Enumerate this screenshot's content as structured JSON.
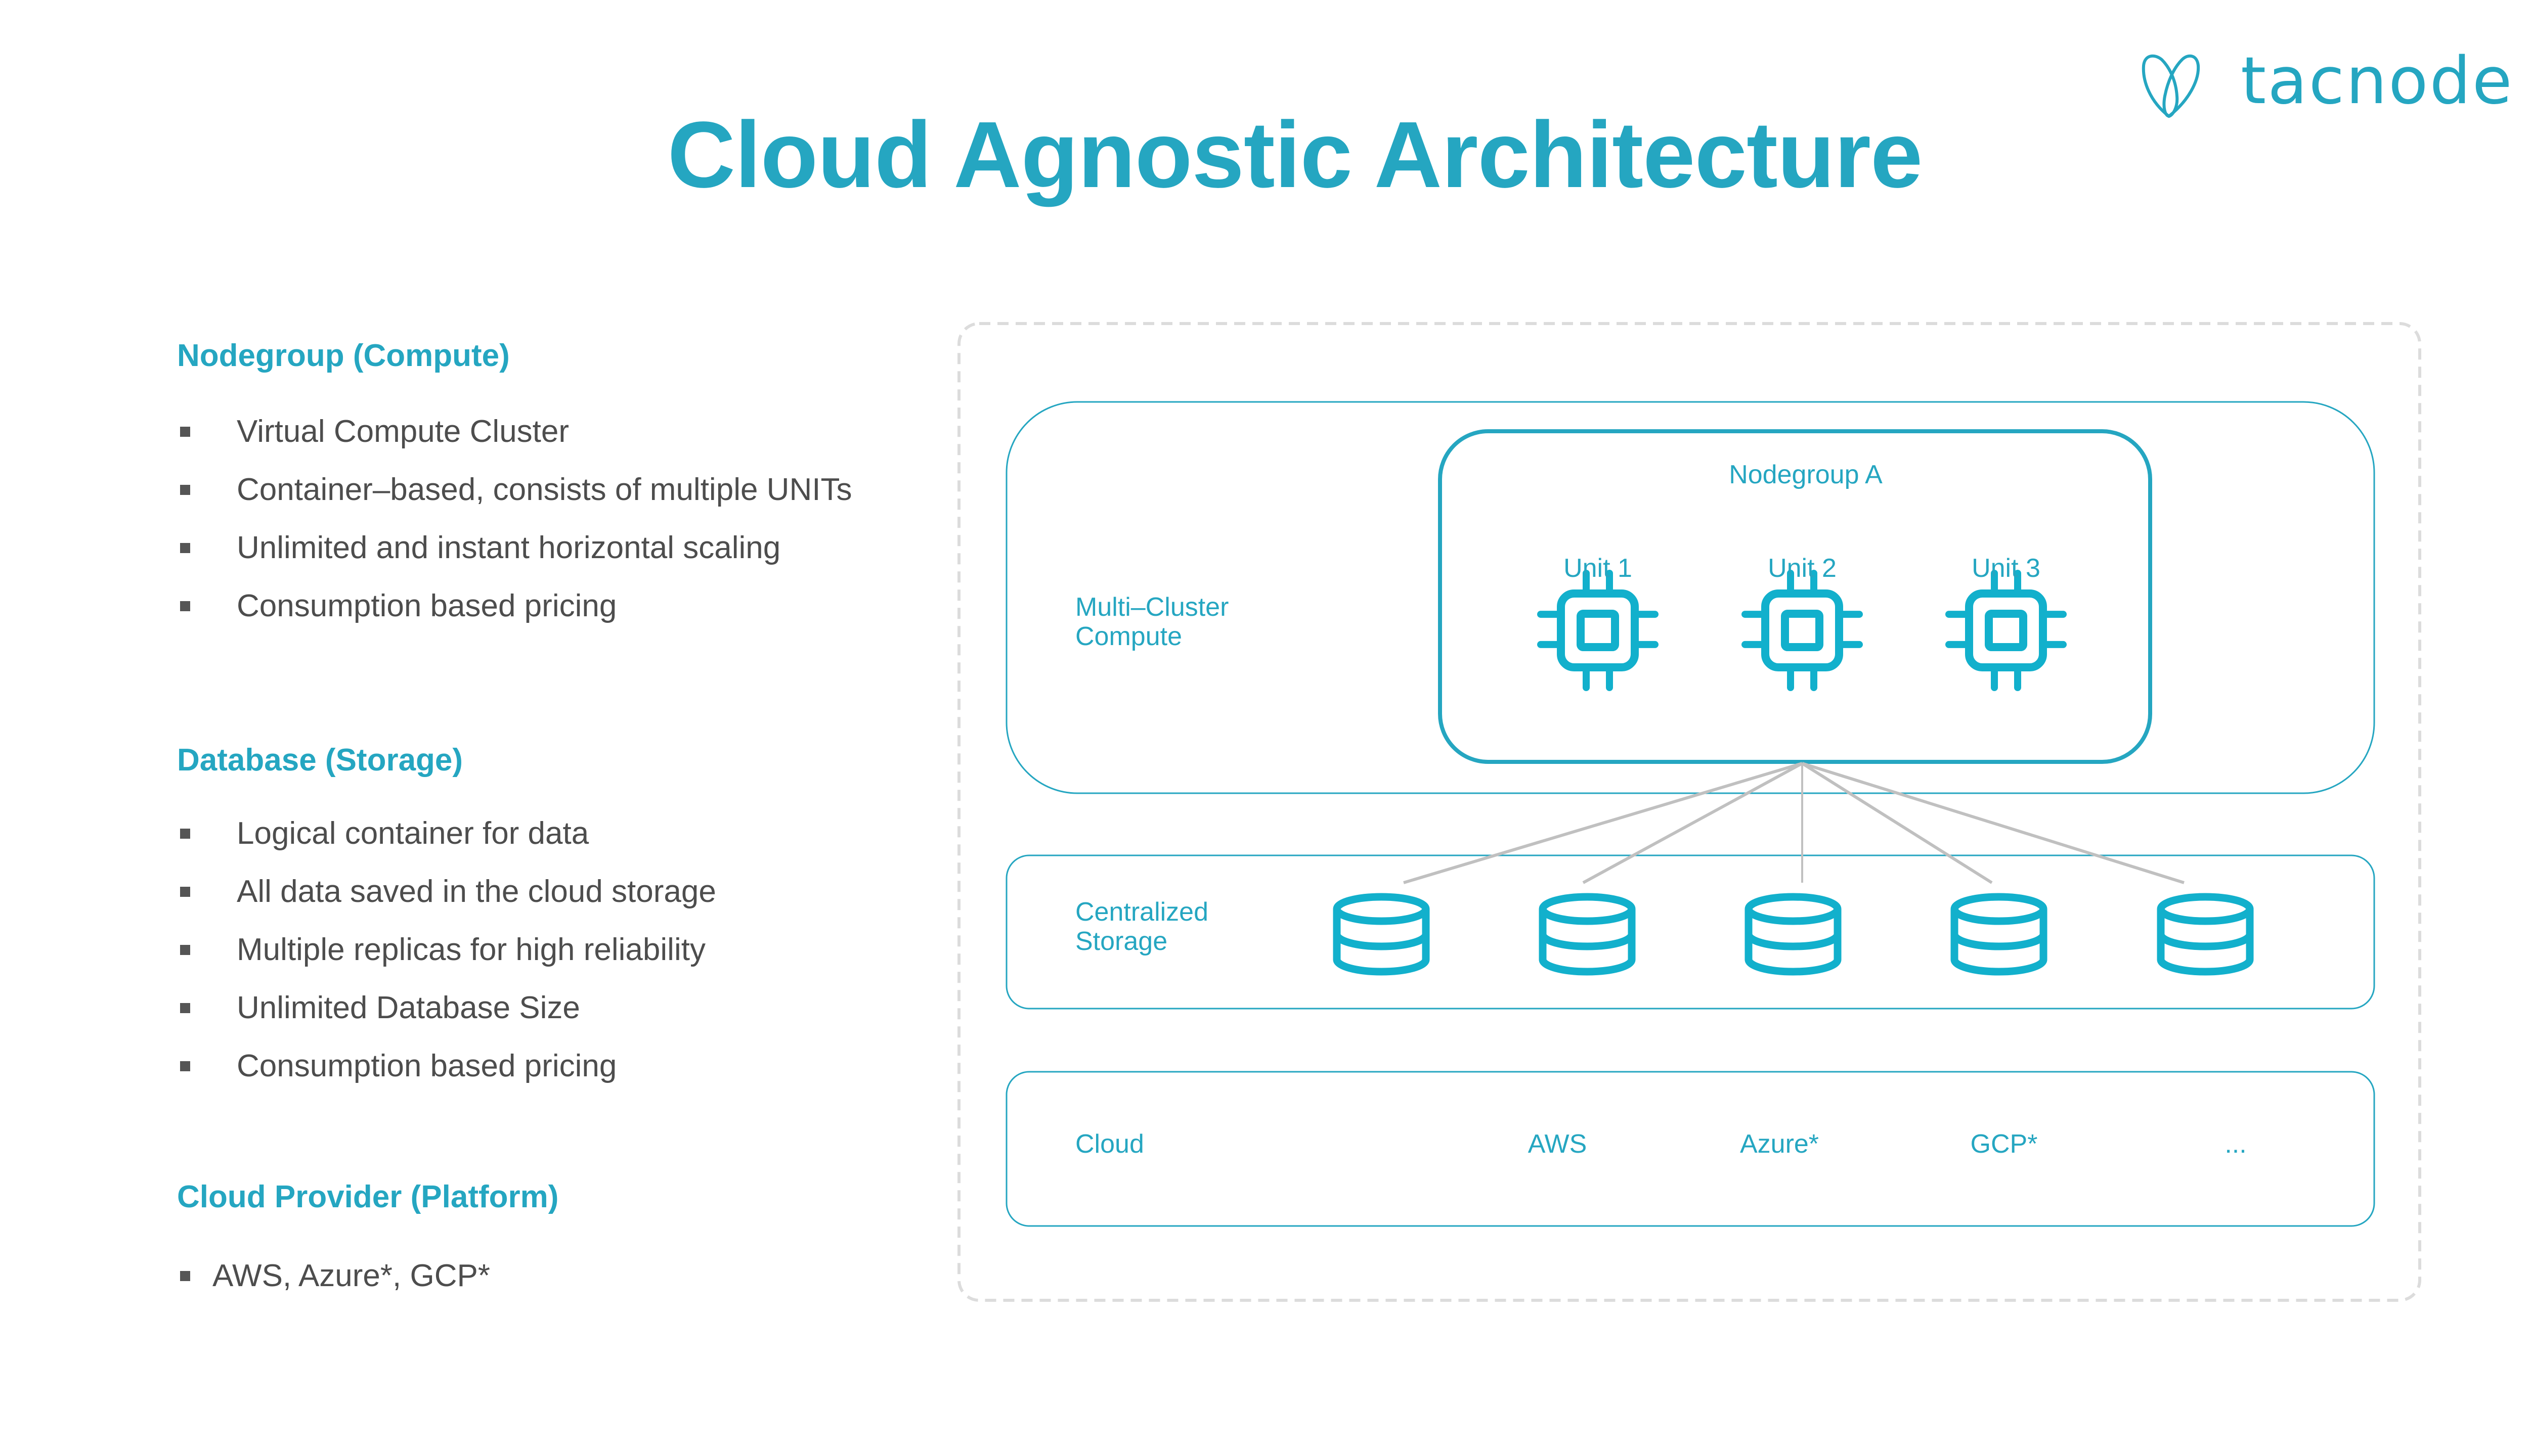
{
  "title": "Cloud Agnostic Architecture",
  "logo": {
    "text": "tacnode",
    "icon": "tacnode-heart-logo-icon"
  },
  "colors": {
    "accent": "#25a6c1",
    "icon": "#12b0cc",
    "body_text": "#4d4d4d",
    "connector": "#c0c0c0",
    "dashed_border": "#dcdcdc"
  },
  "sections": [
    {
      "heading": "Nodegroup (Compute)",
      "bullets": [
        "Virtual Compute Cluster",
        "Container–based, consists of multiple UNITs",
        "Unlimited and instant horizontal scaling",
        "Consumption based pricing"
      ]
    },
    {
      "heading": "Database (Storage)",
      "bullets": [
        "Logical container for data",
        "All data saved in the cloud storage",
        "Multiple replicas for high reliability",
        "Unlimited Database Size",
        "Consumption based pricing"
      ]
    },
    {
      "heading": "Cloud Provider (Platform)",
      "bullets": [
        "AWS, Azure*, GCP*"
      ]
    }
  ],
  "diagram": {
    "compute_layer": {
      "label_line1": "Multi–Cluster",
      "label_line2": "Compute",
      "nodegroup": {
        "title": "Nodegroup A",
        "units": [
          {
            "label": "Unit 1",
            "icon": "cpu-chip-icon"
          },
          {
            "label": "Unit 2",
            "icon": "cpu-chip-icon"
          },
          {
            "label": "Unit 3",
            "icon": "cpu-chip-icon"
          }
        ]
      }
    },
    "storage_layer": {
      "label_line1": "Centralized",
      "label_line2": "Storage",
      "databases": [
        {
          "icon": "database-icon"
        },
        {
          "icon": "database-icon"
        },
        {
          "icon": "database-icon"
        },
        {
          "icon": "database-icon"
        },
        {
          "icon": "database-icon"
        }
      ]
    },
    "cloud_layer": {
      "label": "Cloud",
      "providers": [
        "AWS",
        "Azure*",
        "GCP*",
        "..."
      ]
    }
  }
}
